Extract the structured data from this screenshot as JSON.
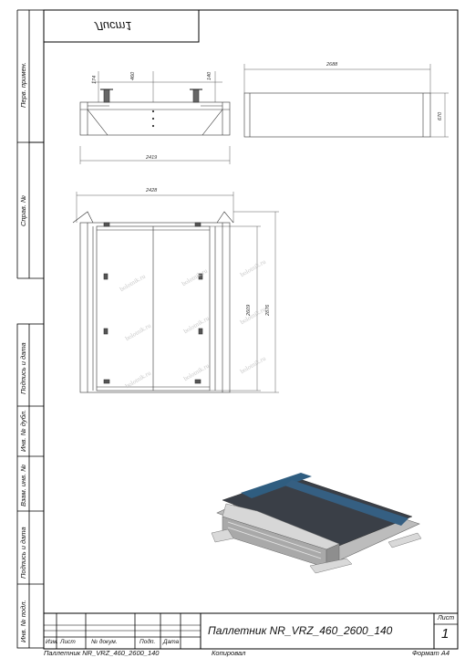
{
  "sheet_label_mirrored": "Лист1",
  "side_stamp": {
    "perv_primen": "Перв. примен.",
    "sprav_no": "Справ. №",
    "podpis_data_1": "Подпись и дата",
    "inv_dubl": "Инв. № дубл.",
    "vzam_inv": "Взам. инв. №",
    "podpis_data_2": "Подпись и дата",
    "inv_podl": "Инв. № подл."
  },
  "dimensions": {
    "top_left_1": "174",
    "top_left_2": "460",
    "top_left_3": "140",
    "front_width": "2419",
    "side_length": "2688",
    "side_height": "670",
    "plan_width": "2428",
    "plan_inner": "2609",
    "plan_outer": "2876"
  },
  "watermark": "bolotnik.ru",
  "title_block": {
    "col_izm": "Изм.",
    "col_list": "Лист",
    "col_dokum": "№ докум.",
    "col_podp": "Подп.",
    "col_data": "Дата",
    "designation": "Паллетник NR_VRZ_460_2600_140",
    "list_label": "Лист",
    "list_number": "1"
  },
  "footer": {
    "name": "Паллетник NR_VRZ_460_2600_140",
    "copied": "Копировал",
    "format": "Формат А4"
  }
}
